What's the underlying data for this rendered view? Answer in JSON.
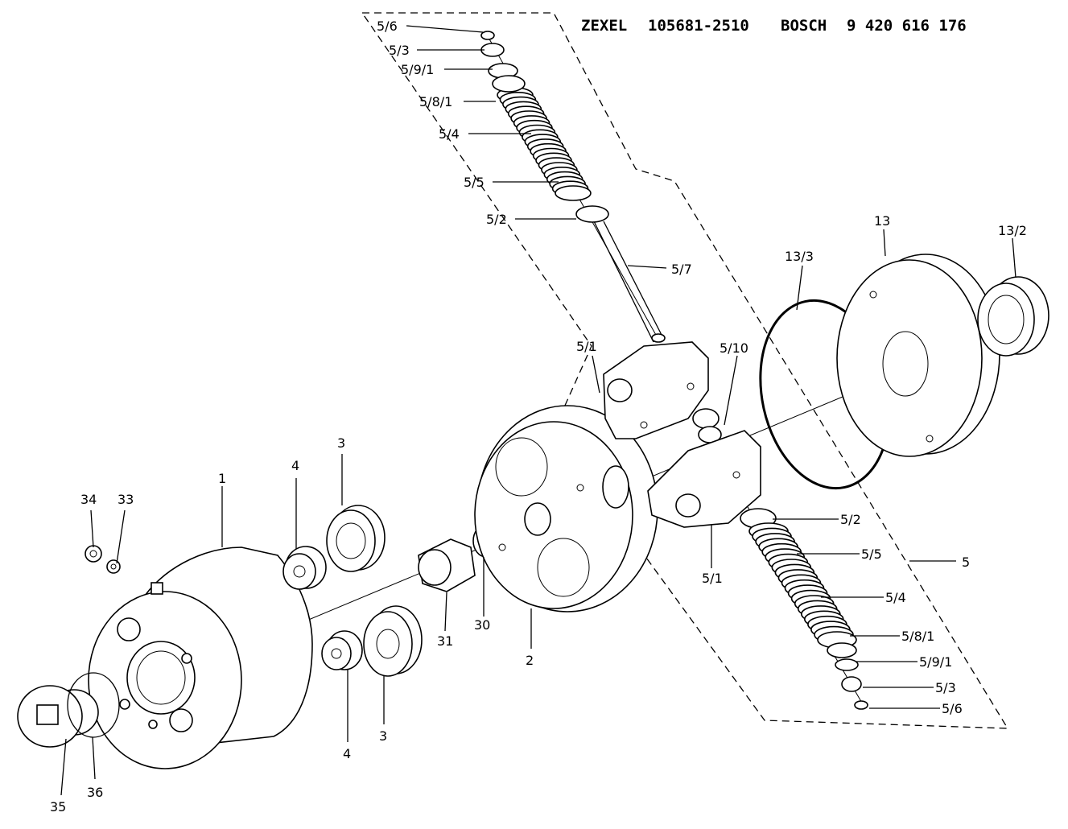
{
  "header": {
    "brand1": "ZEXEL",
    "number1": "105681-2510",
    "brand2": "BOSCH",
    "number2": "9 420 616 176"
  },
  "callouts": {
    "top_5_6": "5/6",
    "top_5_3": "5/3",
    "top_5_9_1": "5/9/1",
    "top_5_8_1": "5/8/1",
    "top_5_4": "5/4",
    "top_5_5": "5/5",
    "top_5_2": "5/2",
    "p_5_7": "5/7",
    "p_5_1_top": "5/1",
    "p_5_10": "5/10",
    "p_13_3": "13/3",
    "p_13": "13",
    "p_13_2": "13/2",
    "bot_5_2": "5/2",
    "bot_5_5": "5/5",
    "bot_5_4": "5/4",
    "bot_5_8_1": "5/8/1",
    "bot_5_9_1": "5/9/1",
    "bot_5_3": "5/3",
    "bot_5_6": "5/6",
    "p_5_1_bot": "5/1",
    "p_5": "5",
    "p_34": "34",
    "p_33": "33",
    "p_1": "1",
    "p_4_top": "4",
    "p_3_top": "3",
    "p_31": "31",
    "p_30": "30",
    "p_2": "2",
    "p_4_bot": "4",
    "p_3_bot": "3",
    "p_35": "35",
    "p_36": "36"
  }
}
